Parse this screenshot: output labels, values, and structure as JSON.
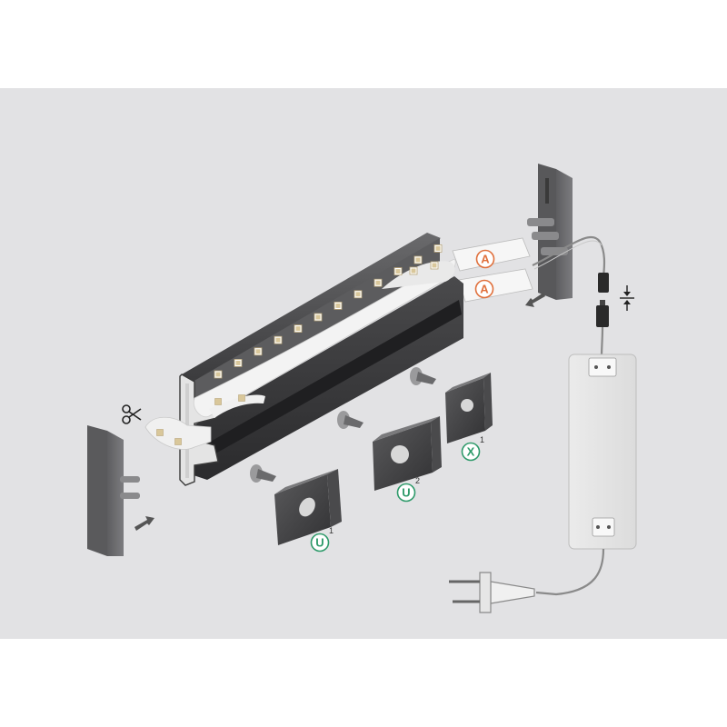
{
  "diagram": {
    "background": "#e2e2e4",
    "profile_color": "#3a3a3a",
    "strip_color": "#f2f2f2",
    "led_color": "#d9c79a",
    "endcap_color": "#6e6e70",
    "badges": {
      "tape_upper": {
        "letter": "A",
        "color": "#e0703c"
      },
      "tape_lower": {
        "letter": "A",
        "color": "#e0703c"
      },
      "clip_left": {
        "letter": "U",
        "sup": "1",
        "color": "#2e9a6a"
      },
      "clip_middle": {
        "letter": "U",
        "sup": "2",
        "color": "#2e9a6a"
      },
      "clip_right": {
        "letter": "X",
        "sup": "1",
        "color": "#2e9a6a"
      }
    },
    "icons": [
      "scissors-icon",
      "arrow-icon",
      "compress-icon",
      "plug-icon"
    ]
  }
}
